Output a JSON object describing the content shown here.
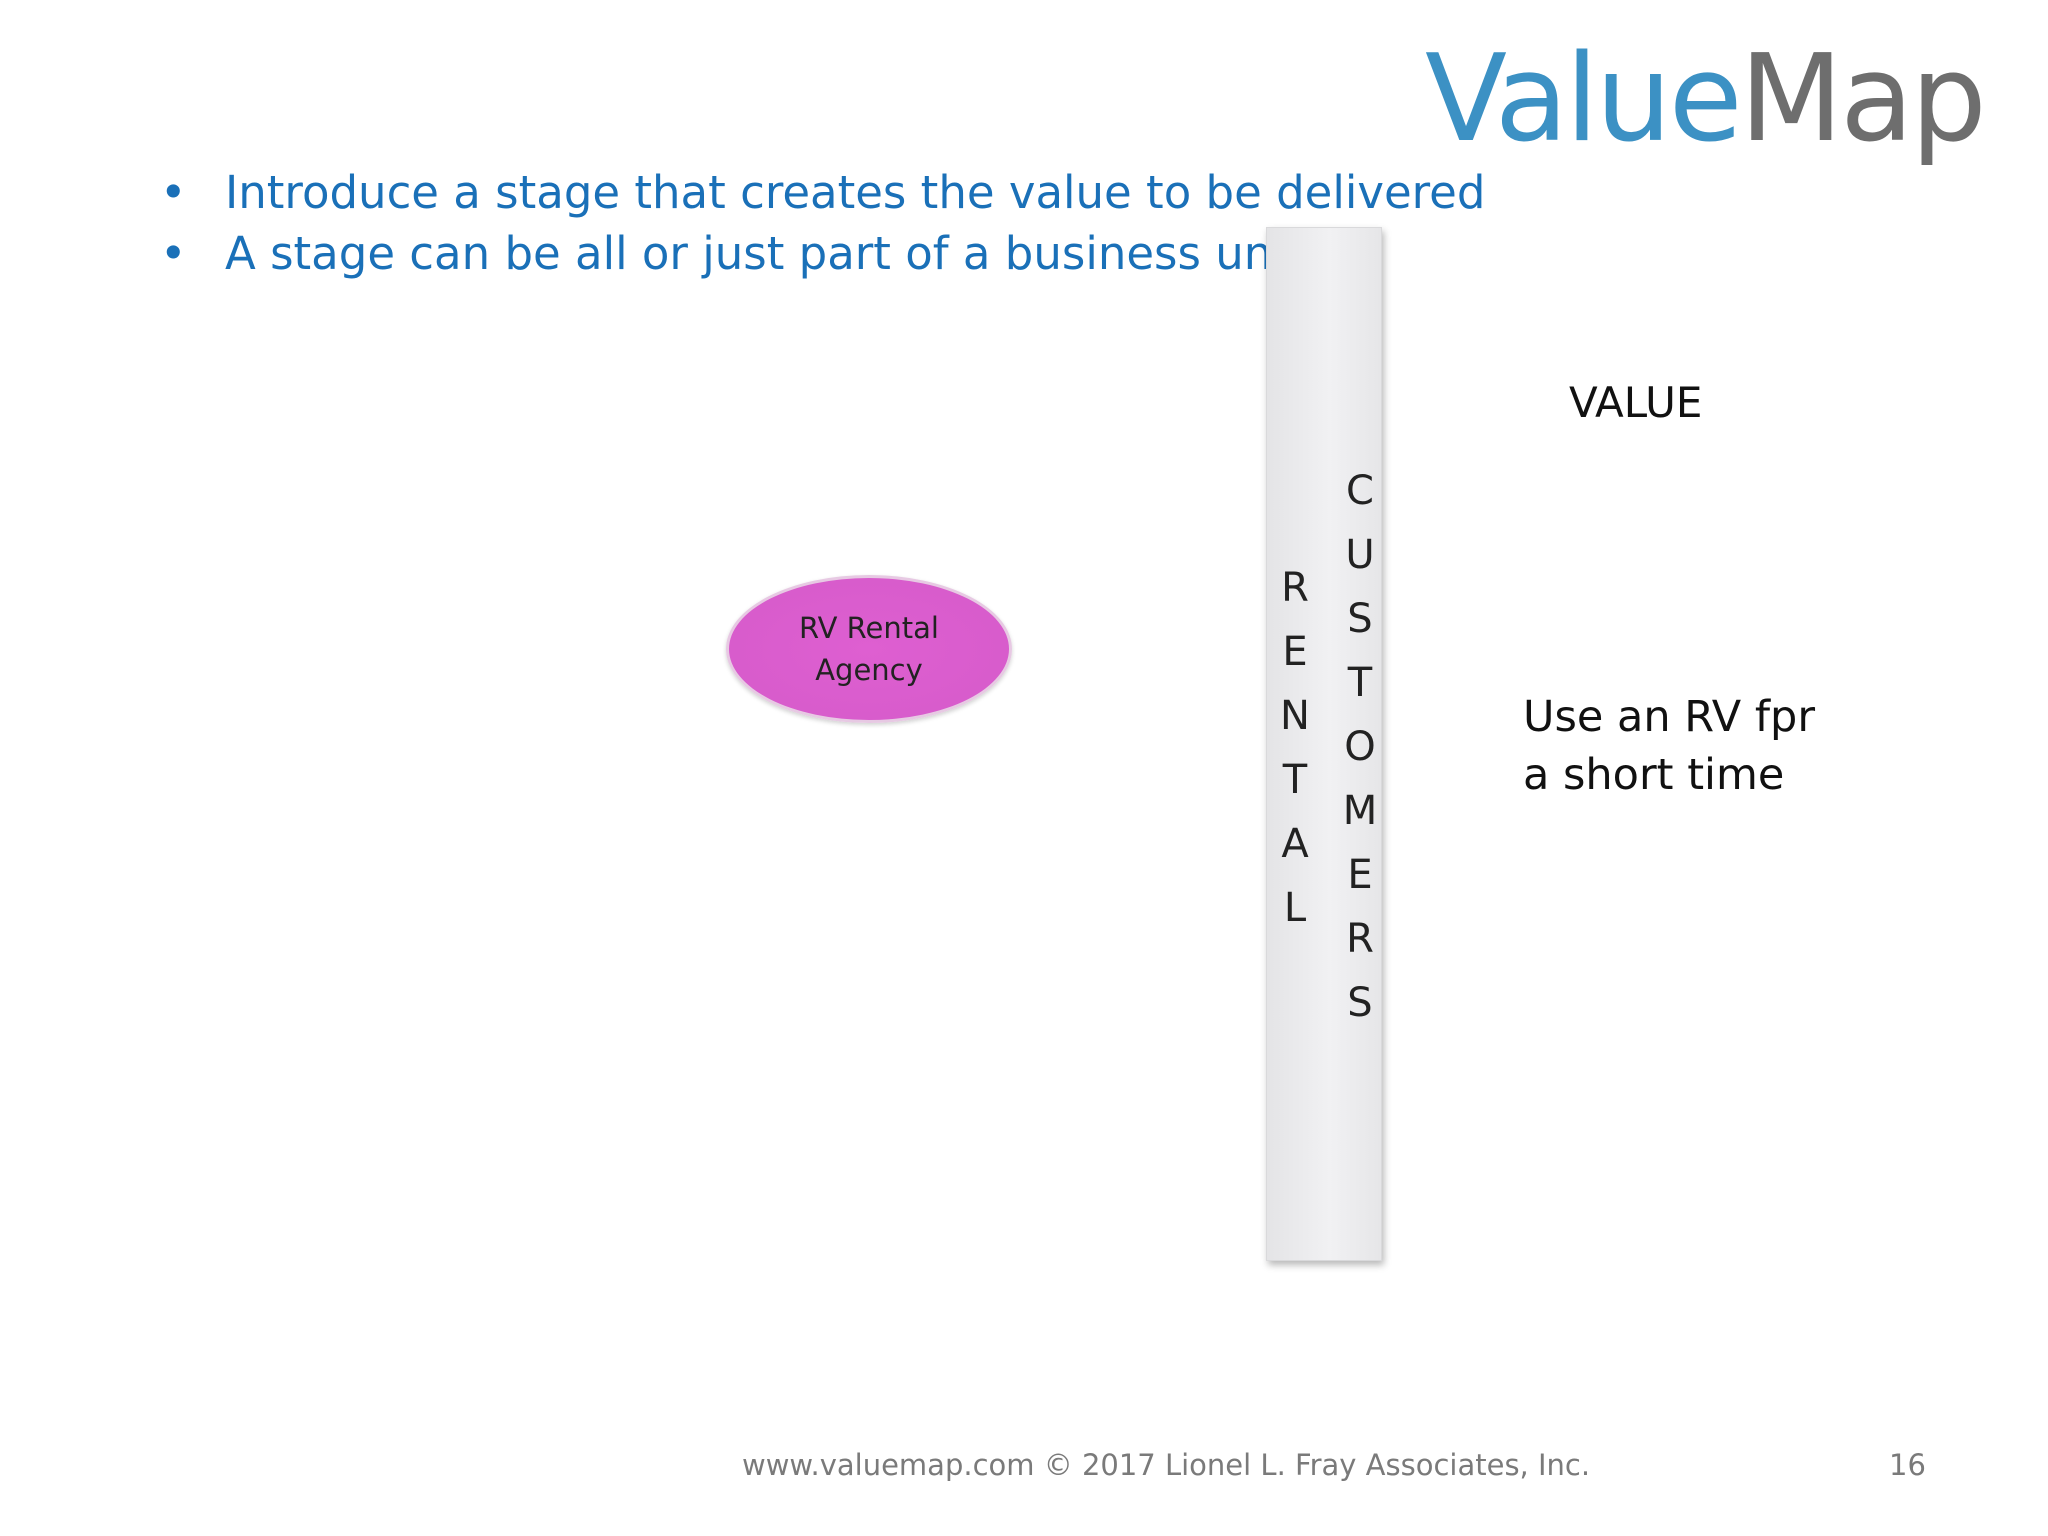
{
  "logo": {
    "part1": "Value",
    "part2": "Map",
    "colors": {
      "value": "#3c91c4",
      "map": "#6e6e6e"
    }
  },
  "bullets": [
    "Introduce a stage that creates the value to be delivered",
    "A stage can be all or just part of a business unit"
  ],
  "bullet_symbol": "•",
  "column": {
    "left_letters": [
      "R",
      "E",
      "N",
      "T",
      "A",
      "L"
    ],
    "right_letters": [
      "C",
      "U",
      "S",
      "T",
      "O",
      "M",
      "E",
      "R",
      "S"
    ]
  },
  "agency": {
    "line1": "RV Rental",
    "line2": "Agency",
    "color": "#d85ccc"
  },
  "value": {
    "label": "VALUE",
    "line1": "Use an RV fpr",
    "line2": "a short time"
  },
  "footer": {
    "text": "www.valuemap.com © 2017 Lionel L. Fray Associates, Inc.",
    "page": "16"
  },
  "colors": {
    "bullet_text": "#1a70b8",
    "footer_text": "#7a7a7a"
  }
}
